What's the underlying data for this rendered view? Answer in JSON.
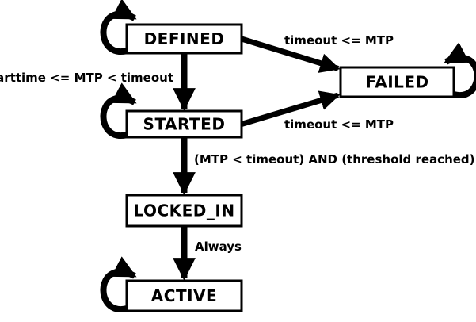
{
  "diagram": {
    "type": "state-machine",
    "background": "#ffffff",
    "stroke_color": "#000000",
    "state_fill": "#ffffff",
    "states": {
      "defined": {
        "label": "DEFINED",
        "self_loop": true
      },
      "started": {
        "label": "STARTED",
        "self_loop": true
      },
      "failed": {
        "label": "FAILED",
        "self_loop": true
      },
      "locked_in": {
        "label": "LOCKED_IN",
        "self_loop": false
      },
      "active": {
        "label": "ACTIVE",
        "self_loop": true
      }
    },
    "transitions": {
      "defined_to_started": {
        "from": "DEFINED",
        "to": "STARTED",
        "label": "starttime <= MTP < timeout"
      },
      "defined_to_failed": {
        "from": "DEFINED",
        "to": "FAILED",
        "label": "timeout <= MTP"
      },
      "started_to_failed": {
        "from": "STARTED",
        "to": "FAILED",
        "label": "timeout <= MTP"
      },
      "started_to_locked_in": {
        "from": "STARTED",
        "to": "LOCKED_IN",
        "label": "(MTP < timeout) AND (threshold reached)"
      },
      "locked_in_to_active": {
        "from": "LOCKED_IN",
        "to": "ACTIVE",
        "label": "Always"
      }
    }
  }
}
